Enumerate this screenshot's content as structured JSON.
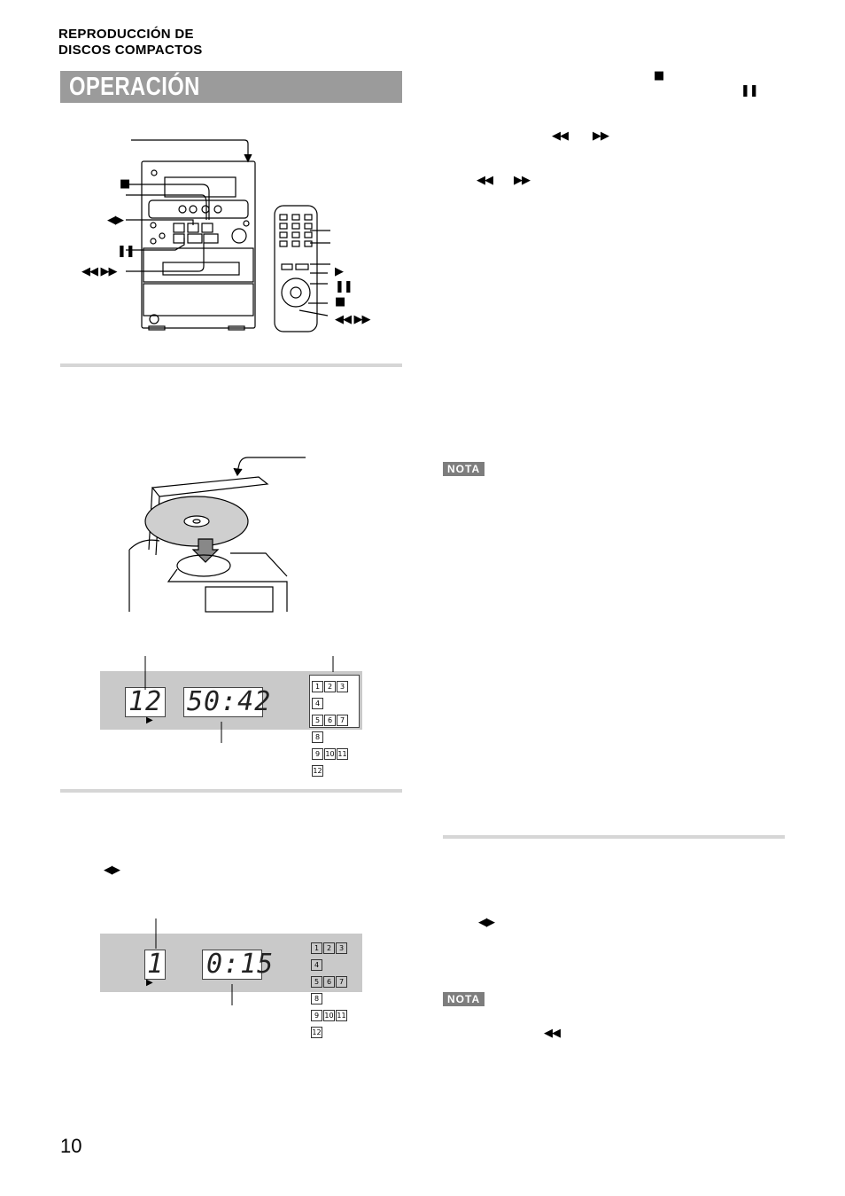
{
  "header": {
    "section_line1": "REPRODUCCIÓN DE",
    "section_line2": "DISCOS COMPACTOS",
    "title": "OPERACIÓN"
  },
  "symbols": {
    "stop": "■",
    "pause": "❚❚",
    "rew_ff": "◀◀  ▶▶",
    "prev_next": "◀▶",
    "play": "▶",
    "rew": "◀◀",
    "or": "  "
  },
  "right_col": {
    "stop_top": "■",
    "pause_top": "❚❚",
    "seek1_a": "◀◀",
    "seek1_b": "▶▶",
    "seek2_a": "◀◀",
    "seek2_b": "▶▶",
    "skip1": "◀▶",
    "rew_note": "◀◀"
  },
  "left_col": {
    "skip": "◀▶"
  },
  "nota_label": "NOTA",
  "display1": {
    "track": "12",
    "time": "50:42",
    "grid": [
      "1",
      "2",
      "3",
      "4",
      "5",
      "6",
      "7",
      "8",
      "9",
      "10",
      "11",
      "12"
    ]
  },
  "display2": {
    "track": "1",
    "time": "0:15",
    "grid": [
      "1",
      "2",
      "3",
      "4",
      "5",
      "6",
      "7",
      "8",
      "9",
      "10",
      "11",
      "12"
    ]
  },
  "page_number": "10"
}
